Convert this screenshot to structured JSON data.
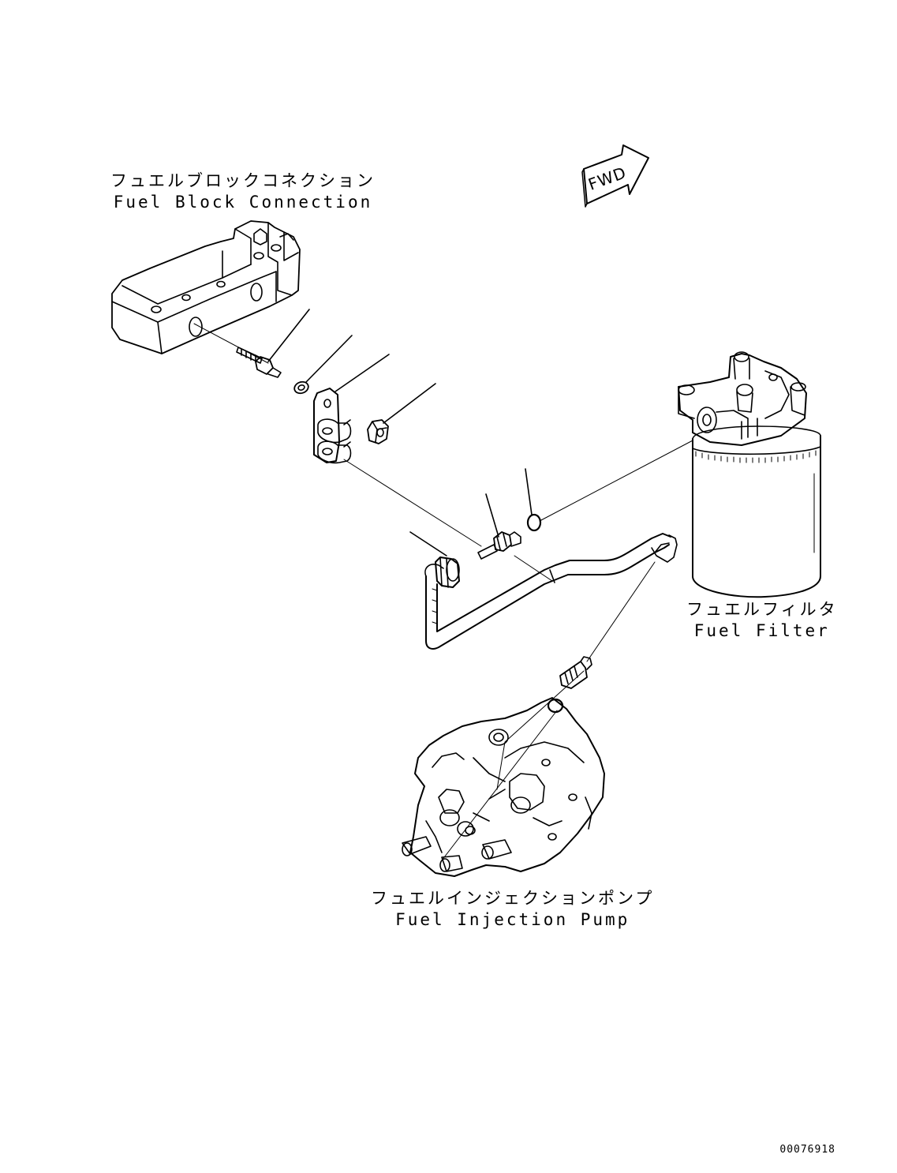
{
  "labels": {
    "fuel_block": {
      "jp": "フュエルブロックコネクション",
      "en": "Fuel Block Connection"
    },
    "fuel_filter": {
      "jp": "フュエルフィルタ",
      "en": "Fuel Filter"
    },
    "injection_pump": {
      "jp": "フュエルインジェクションポンプ",
      "en": "Fuel Injection Pump"
    }
  },
  "fwd_arrow": {
    "text": "FWD"
  },
  "drawing_number": "00076918",
  "colors": {
    "line": "#000000",
    "background": "#ffffff"
  }
}
